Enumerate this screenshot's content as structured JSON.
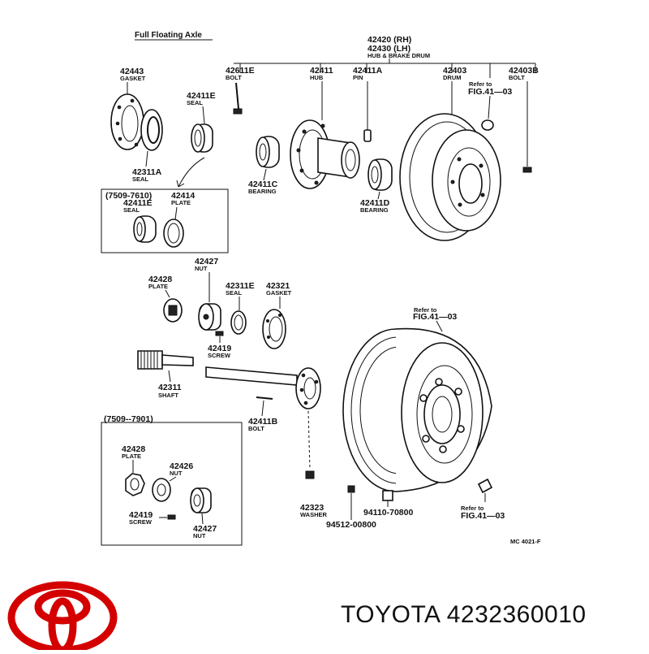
{
  "diagram": {
    "title": "Full Floating Axle",
    "ref_code": "MC 4021-F",
    "labels": {
      "hub_rh": "42420 (RH)",
      "hub_lh": "42430 (LH)",
      "hub_name": "HUB & BRAKE DRUM",
      "p42443": "42443",
      "p42443_name": "GASKET",
      "p42611e": "42611E",
      "p42611e_name": "BOLT",
      "p42411": "42411",
      "p42411_name": "HUB",
      "p42411a": "42411A",
      "p42411a_name": "PIN",
      "p42403": "42403",
      "p42403_name": "DRUM",
      "refer1": "Refer to",
      "refer1_fig": "FIG.41—03",
      "p42403b": "42403B",
      "p42403b_name": "BOLT",
      "p42411e_top": "42411E",
      "p42411e_top_name": "SEAL",
      "p42311a": "42311A",
      "p42311a_name": "SEAL",
      "p42411c": "42411C",
      "p42411c_name": "BEARING",
      "p42411d": "42411D",
      "p42411d_name": "BEARING",
      "box1_range": "(7509-7610)",
      "box1_42411e": "42411E",
      "box1_42411e_name": "SEAL",
      "box1_42414": "42414",
      "box1_42414_name": "PLATE",
      "p42428": "42428",
      "p42428_name": "PLATE",
      "p42427": "42427",
      "p42427_name": "NUT",
      "p42311e": "42311E",
      "p42311e_name": "SEAL",
      "p42321": "42321",
      "p42321_name": "GASKET",
      "refer2": "Refer to",
      "refer2_fig": "FIG.41—03",
      "p42419": "42419",
      "p42419_name": "SCREW",
      "p42311": "42311",
      "p42311_name": "SHAFT",
      "box2_range": "(7509--7901)",
      "box2_42428": "42428",
      "box2_42428_name": "PLATE",
      "box2_42426": "42426",
      "box2_42426_name": "NUT",
      "box2_42419": "42419",
      "box2_42419_name": "SCREW",
      "box2_42427": "42427",
      "box2_42427_name": "NUT",
      "p42411b": "42411B",
      "p42411b_name": "BOLT",
      "p42323": "42323",
      "p42323_name": "WASHER",
      "p94110": "94110-70800",
      "p94512": "94512-00800",
      "refer3": "Refer to",
      "refer3_fig": "FIG.41—03"
    }
  },
  "brand": {
    "name": "TOYOTA 4232360010",
    "logo_color": "#d40000"
  }
}
